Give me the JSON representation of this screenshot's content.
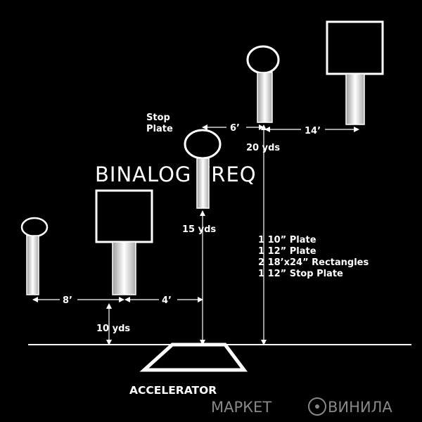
{
  "title": "BINALOG FREQ",
  "stop_plate_label": "Stop\nPlate",
  "start_box_label": "ACCELERATOR",
  "distances": {
    "d8": "8’",
    "d4": "4’",
    "d6": "6’",
    "d14": "14’",
    "y10": "10 yds",
    "y15": "15 yds",
    "y20": "20 yds"
  },
  "equipment_list": [
    "1 10” Plate",
    "1 12” Plate",
    "2 18’x24” Rectangles",
    "1 12” Stop Plate"
  ],
  "watermark": "МАРКЕТ ВИНИЛА"
}
